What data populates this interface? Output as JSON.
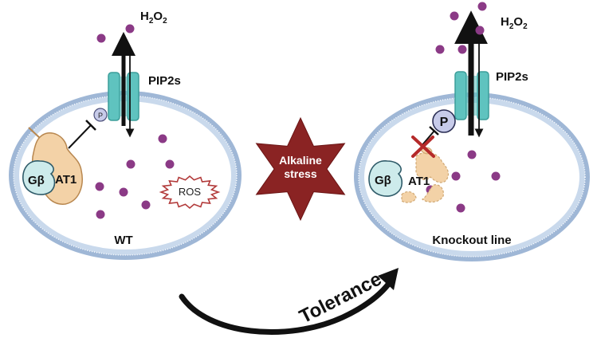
{
  "colors": {
    "membrane_outer": "#9fb7d6",
    "membrane_inner": "#c9d9ec",
    "cell_fill": "#ffffff",
    "channel": "#5fc3bf",
    "channel_dark": "#3c9e9a",
    "h2o2_dot": "#8b3a86",
    "at1_fill": "#f3d2a7",
    "at1_stroke": "#b8874f",
    "gbeta_fill": "#cdebeb",
    "gbeta_stroke": "#2f5b69",
    "phos_fill": "#c7cbe9",
    "ros_stroke": "#b23a3a",
    "star_fill": "#8a2323",
    "inhibit_x": "#b52a2a",
    "arrow": "#111111"
  },
  "icons": {
    "star": "alkaline-stress-star-icon",
    "ros": "ros-burst-icon",
    "phosphate": "phosphate-icon",
    "block": "block-x-icon"
  },
  "left_cell": {
    "h2o2_label": "H2O2",
    "channel_label": "PIP2s",
    "phos_label": "P",
    "gbeta_label": "Gβ",
    "at1_label": "AT1",
    "ros_label": "ROS",
    "genotype_label": "WT"
  },
  "center": {
    "stress_label_line1": "Alkaline",
    "stress_label_line2": "stress",
    "tolerance_label": "Tolerance"
  },
  "right_cell": {
    "h2o2_label": "H2O2",
    "channel_label": "PIP2s",
    "phos_label": "P",
    "gbeta_label": "Gβ",
    "at1_label": "AT1",
    "genotype_label": "Knockout line"
  }
}
